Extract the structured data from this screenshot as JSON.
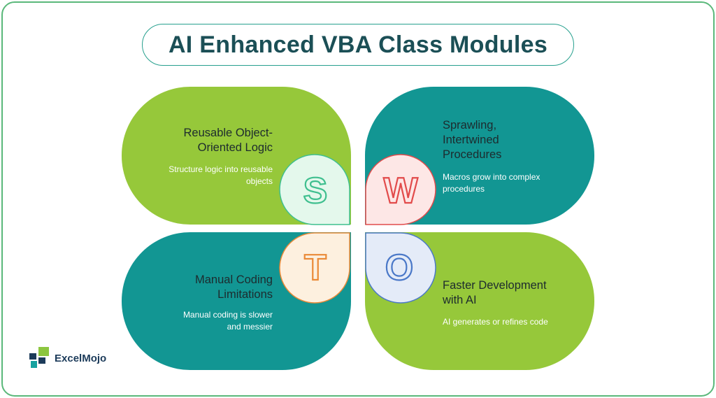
{
  "title": "AI Enhanced VBA Class Modules",
  "colors": {
    "border": "#5ab87a",
    "green": "#96c83a",
    "teal": "#129693",
    "title_text": "#1b4f56"
  },
  "quadrants": {
    "s": {
      "letter": "S",
      "title_line1": "Reusable Object-",
      "title_line2": "Oriented Logic",
      "desc_line1": "Structure logic into reusable",
      "desc_line2": "objects",
      "badge_fill": "#e4f8ec",
      "badge_stroke": "#3fbf8f",
      "letter_stroke": "#3fbf8f"
    },
    "w": {
      "letter": "W",
      "title_line1": "Sprawling,",
      "title_line2": "Intertwined",
      "title_line3": "Procedures",
      "desc_line1": "Macros grow into complex",
      "desc_line2": "procedures",
      "badge_fill": "#fde7e6",
      "badge_stroke": "#e24b4b",
      "letter_stroke": "#e24b4b"
    },
    "t": {
      "letter": "T",
      "title_line1": "Manual Coding",
      "title_line2": "Limitations",
      "desc_line1": "Manual coding is slower",
      "desc_line2": "and messier",
      "badge_fill": "#fdf0df",
      "badge_stroke": "#ea8a38",
      "letter_stroke": "#ea8a38"
    },
    "o": {
      "letter": "O",
      "title_line1": "Faster Development",
      "title_line2": "with AI",
      "desc_line1": "AI generates or refines code",
      "badge_fill": "#e4ebf8",
      "badge_stroke": "#4a78c8",
      "letter_stroke": "#4a78c8"
    }
  },
  "brand": {
    "name": "ExcelMojo"
  }
}
